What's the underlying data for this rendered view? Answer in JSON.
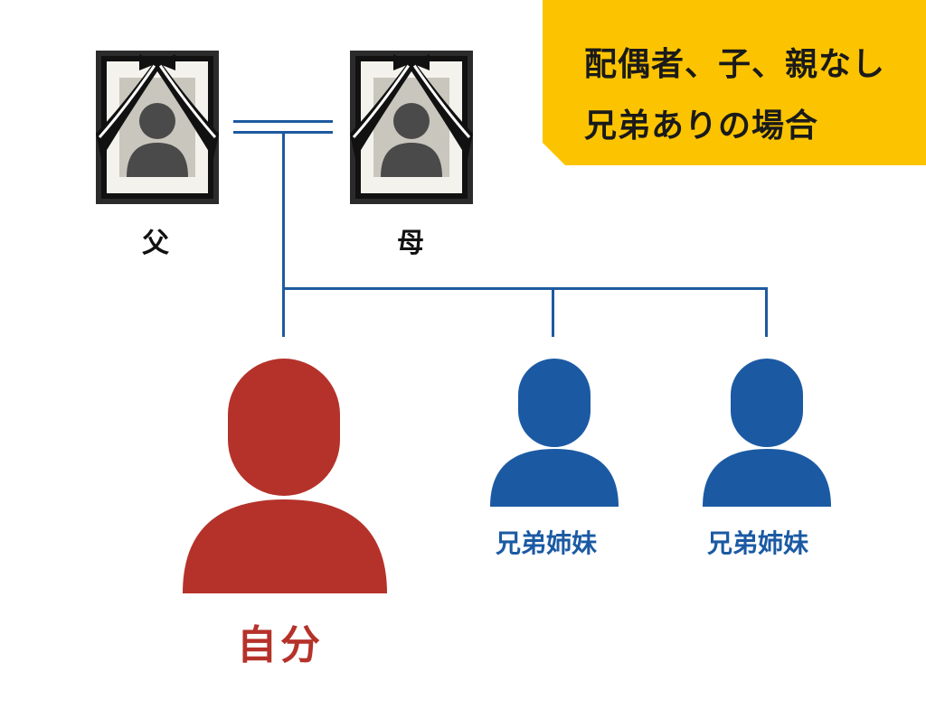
{
  "banner": {
    "line1": "配偶者、子、親なし",
    "line2": "兄弟ありの場合"
  },
  "parents": {
    "father": "父",
    "mother": "母"
  },
  "self_label": "自分",
  "siblings": [
    "兄弟姉妹",
    "兄弟姉妹"
  ],
  "colors": {
    "banner": "#fcc400",
    "self": "#b5322a",
    "sibling": "#1b5aa3",
    "line": "#1e5aa0",
    "frame": "#2b2b2b",
    "portrait_bg": "#c9c6bd",
    "portrait_person": "#4a4a4a",
    "ribbon": "#111111"
  },
  "icons": {
    "father_portrait": "memorial-portrait-icon",
    "mother_portrait": "memorial-portrait-icon",
    "self_figure": "person-icon",
    "sibling_figure": "person-icon"
  }
}
